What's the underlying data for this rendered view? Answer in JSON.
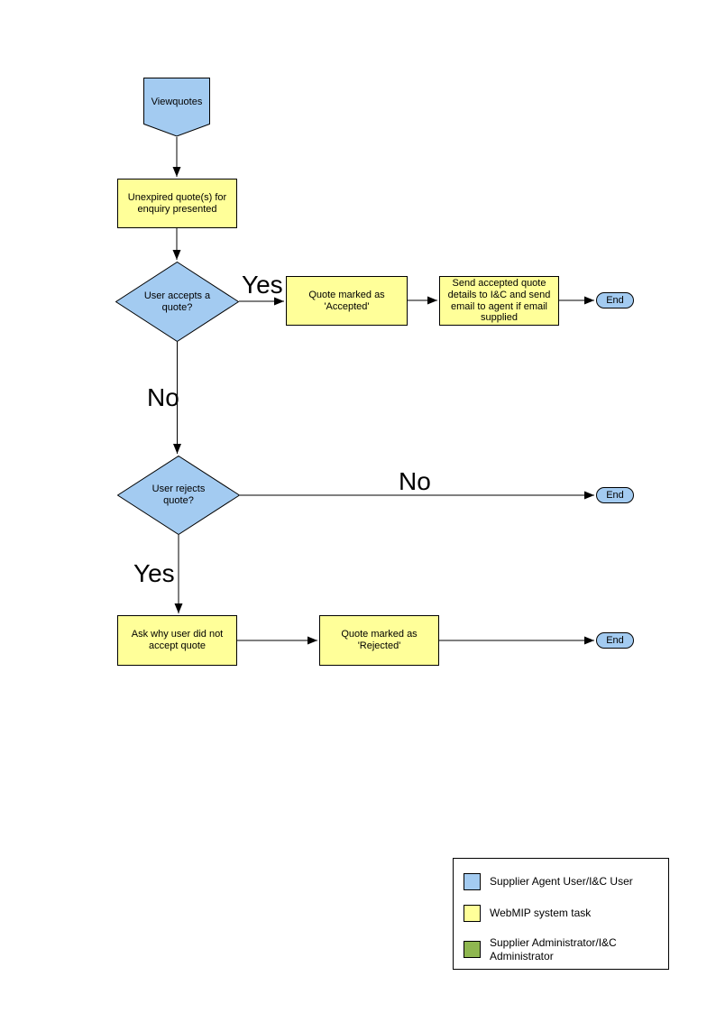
{
  "colors": {
    "actor_fill": "#A3CBF1",
    "task_fill": "#FFFF99",
    "admin_fill": "#8FB750",
    "line": "#000000"
  },
  "flowchart": {
    "start": "Viewquotes",
    "process_unexpired": "Unexpired quote(s) for enquiry presented",
    "decision_accepts": "User accepts a quote?",
    "process_accepted": "Quote marked as 'Accepted'",
    "process_send_details": "Send accepted quote details to I&C and send email to agent if email supplied",
    "decision_rejects": "User rejects quote?",
    "process_ask_why": "Ask why user did not accept quote",
    "process_rejected": "Quote marked as 'Rejected'",
    "end_label": "End",
    "edge_labels": {
      "accepts_yes": "Yes",
      "accepts_no": "No",
      "rejects_no": "No",
      "rejects_yes": "Yes"
    }
  },
  "legend": {
    "items": [
      {
        "label": "Supplier Agent User/I&C User",
        "color": "#A3CBF1"
      },
      {
        "label": "WebMIP system task",
        "color": "#FFFF99"
      },
      {
        "label": "Supplier Administrator/I&C Administrator",
        "color": "#8FB750"
      }
    ]
  }
}
